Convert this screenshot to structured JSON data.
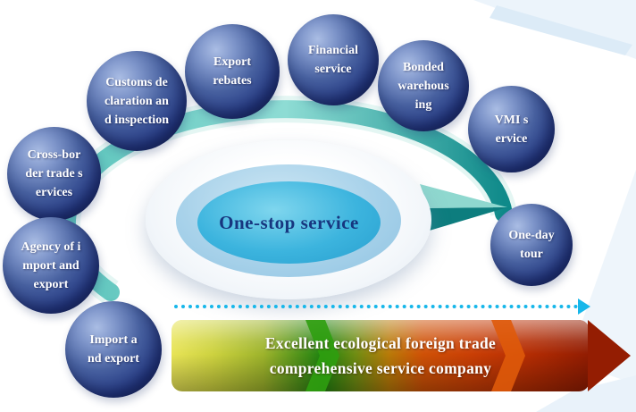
{
  "center": {
    "label": "One-stop service"
  },
  "spheres": [
    {
      "id": "export-rebates",
      "label": "Export\nrebates"
    },
    {
      "id": "financial-service",
      "label": "Financial\nservice"
    },
    {
      "id": "bonded-warehousing",
      "label": "Bonded\nwarehous\ning"
    },
    {
      "id": "customs-declaration-inspection",
      "label": "Customs de\nclaration an\nd inspection"
    },
    {
      "id": "vmi-service",
      "label": "VMI s\nervice"
    },
    {
      "id": "cross-border-trade-services",
      "label": "Cross-bor\nder trade s\nervices"
    },
    {
      "id": "one-day-tour",
      "label": "One-day\ntour"
    },
    {
      "id": "agency-import-export",
      "label": "Agency of i\nmport and\nexport"
    },
    {
      "id": "import-export",
      "label": "Import a\nnd export"
    }
  ],
  "banner": {
    "line1": "Excellent ecological foreign trade",
    "line2": "comprehensive service company"
  },
  "colors": {
    "sphere_blue": "#2e4796",
    "ring_teal": "#108a8a",
    "center_cyan": "#3cb4de",
    "center_text_blue": "#17367f",
    "banner_green": "#1f8310",
    "banner_red": "#b52d03",
    "banner_yellow": "#e8e457",
    "dotted_arrow_cyan": "#17b7ea"
  }
}
